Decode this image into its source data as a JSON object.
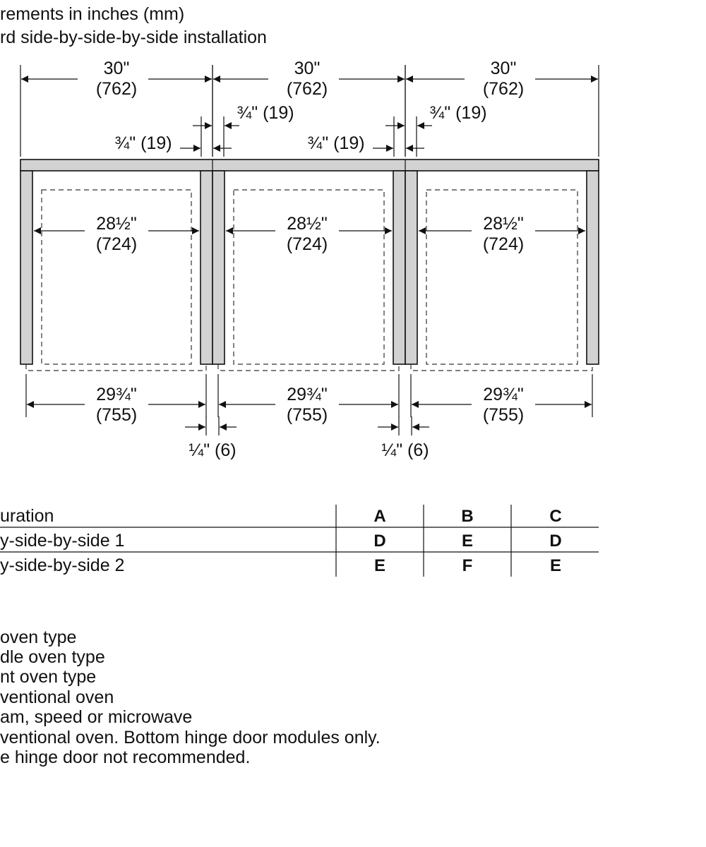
{
  "header": {
    "line1": "rements in inches (mm)",
    "line2": "rd side-by-side-by-side installation"
  },
  "dimensions": {
    "overall_in": "30\"",
    "overall_mm": "(762)",
    "panel_left": "¾\" (19)",
    "panel_right": "¾\" (19)",
    "inner_in": "28½\"",
    "inner_mm": "(724)",
    "cutout_in": "29¾\"",
    "cutout_mm": "(755)",
    "gap": "¼\" (6)"
  },
  "table": {
    "header": {
      "label": "uration",
      "cols": [
        "A",
        "B",
        "C"
      ]
    },
    "rows": [
      {
        "label": "y-side-by-side 1",
        "cols": [
          "D",
          "E",
          "D"
        ]
      },
      {
        "label": "y-side-by-side 2",
        "cols": [
          "E",
          "F",
          "E"
        ]
      }
    ]
  },
  "legend": [
    "oven type",
    "dle oven type",
    "nt oven type",
    "ventional oven",
    "am, speed or microwave",
    "ventional oven. Bottom hinge door modules only.",
    "e hinge door not recommended."
  ],
  "colors": {
    "panel": "#d2d2d2",
    "line": "#111111"
  }
}
